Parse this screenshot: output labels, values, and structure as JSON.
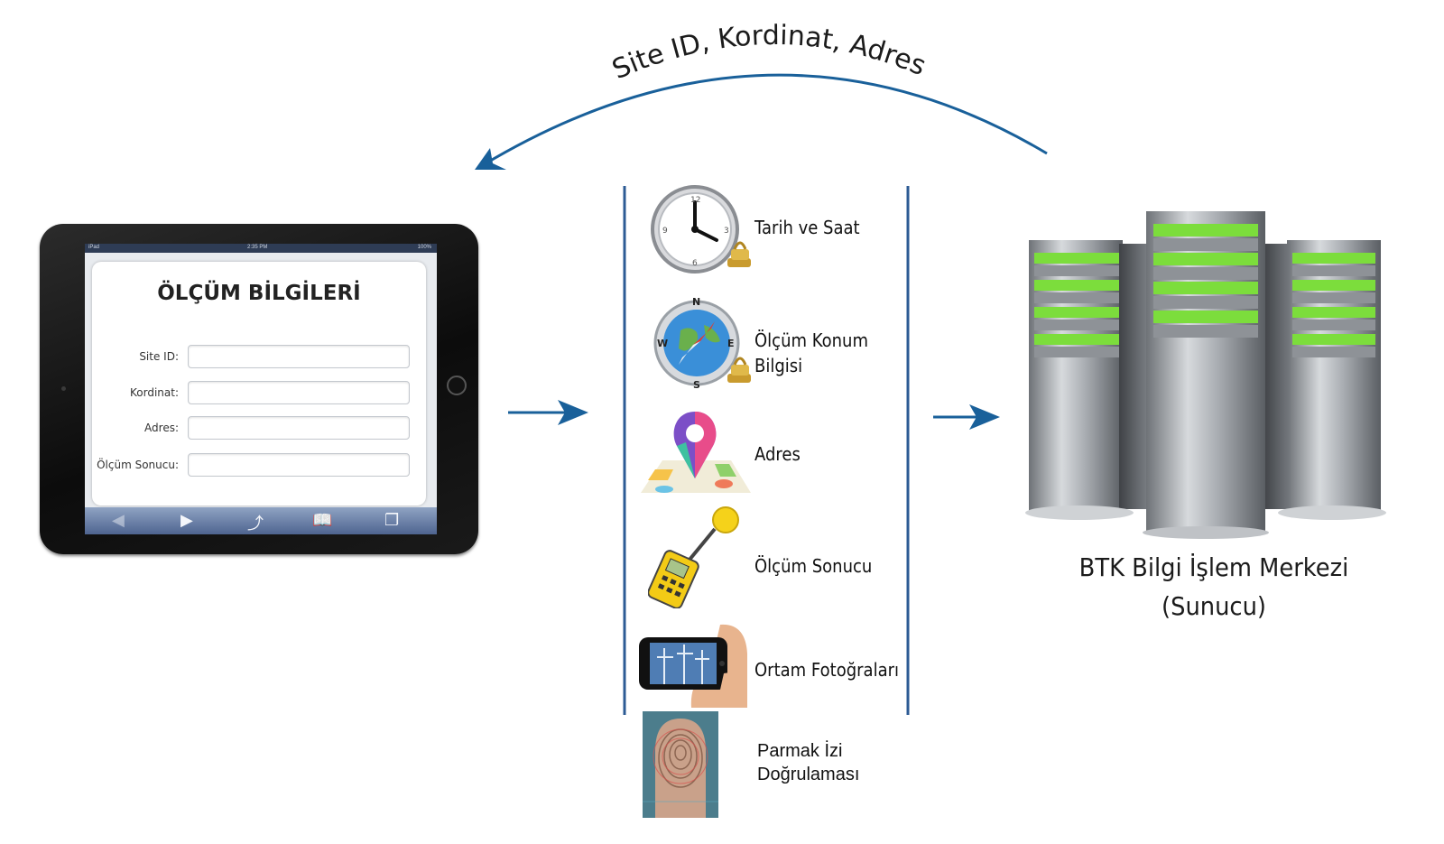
{
  "top_arrow": {
    "label": "Site ID,  Kordinat,  Adres"
  },
  "tablet": {
    "status_left": "iPad",
    "status_center": "2:35 PM",
    "status_right": "100%",
    "form_title": "ÖLÇÜM BİLGİLERİ",
    "fields": [
      {
        "label": "Site ID:",
        "value": ""
      },
      {
        "label": "Kordinat:",
        "value": ""
      },
      {
        "label": "Adres:",
        "value": ""
      },
      {
        "label": "Ölçüm Sonucu:",
        "value": ""
      }
    ]
  },
  "items": [
    {
      "label_lines": [
        "Tarih ve Saat"
      ],
      "icon": "clock-icon"
    },
    {
      "label_lines": [
        "Ölçüm Konum",
        "Bilgisi"
      ],
      "icon": "compass-icon"
    },
    {
      "label_lines": [
        "Adres"
      ],
      "icon": "map-pin-icon"
    },
    {
      "label_lines": [
        "Ölçüm Sonucu"
      ],
      "icon": "field-meter-icon"
    },
    {
      "label_lines": [
        "Ortam Fotoğraları"
      ],
      "icon": "phone-camera-icon"
    },
    {
      "label_lines": [
        "Parmak İzi",
        "Doğrulaması"
      ],
      "icon": "fingerprint-icon"
    }
  ],
  "compass_letters": {
    "n": "N",
    "s": "S",
    "e": "E",
    "w": "W"
  },
  "server": {
    "caption_lines": [
      "BTK Bilgi İşlem Merkezi",
      "(Sunucu)"
    ],
    "icon": "server-rack-icon"
  },
  "colors": {
    "arrow": "#19609a",
    "divider": "#2d5b94",
    "server_light": "#7cdd3c"
  }
}
